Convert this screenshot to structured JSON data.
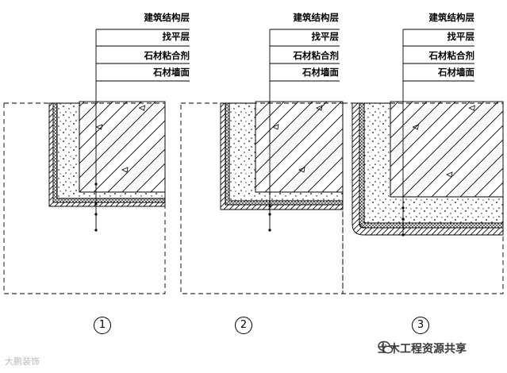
{
  "details": [
    {
      "labels": [
        "建筑结构层",
        "找平层",
        "石材粘合剂",
        "石材墙面"
      ],
      "number": "1"
    },
    {
      "labels": [
        "建筑结构层",
        "找平层",
        "石材粘合剂",
        "石材墙面"
      ],
      "number": "2"
    },
    {
      "labels": [
        "建筑结构层",
        "找平层",
        "石材粘合剂",
        "石材墙面"
      ],
      "number": "3"
    }
  ],
  "watermark": {
    "left_text": "大鹏装饰",
    "right_text": "土木工程资源共享"
  },
  "colors": {
    "line": "#000000",
    "background": "#ffffff"
  }
}
